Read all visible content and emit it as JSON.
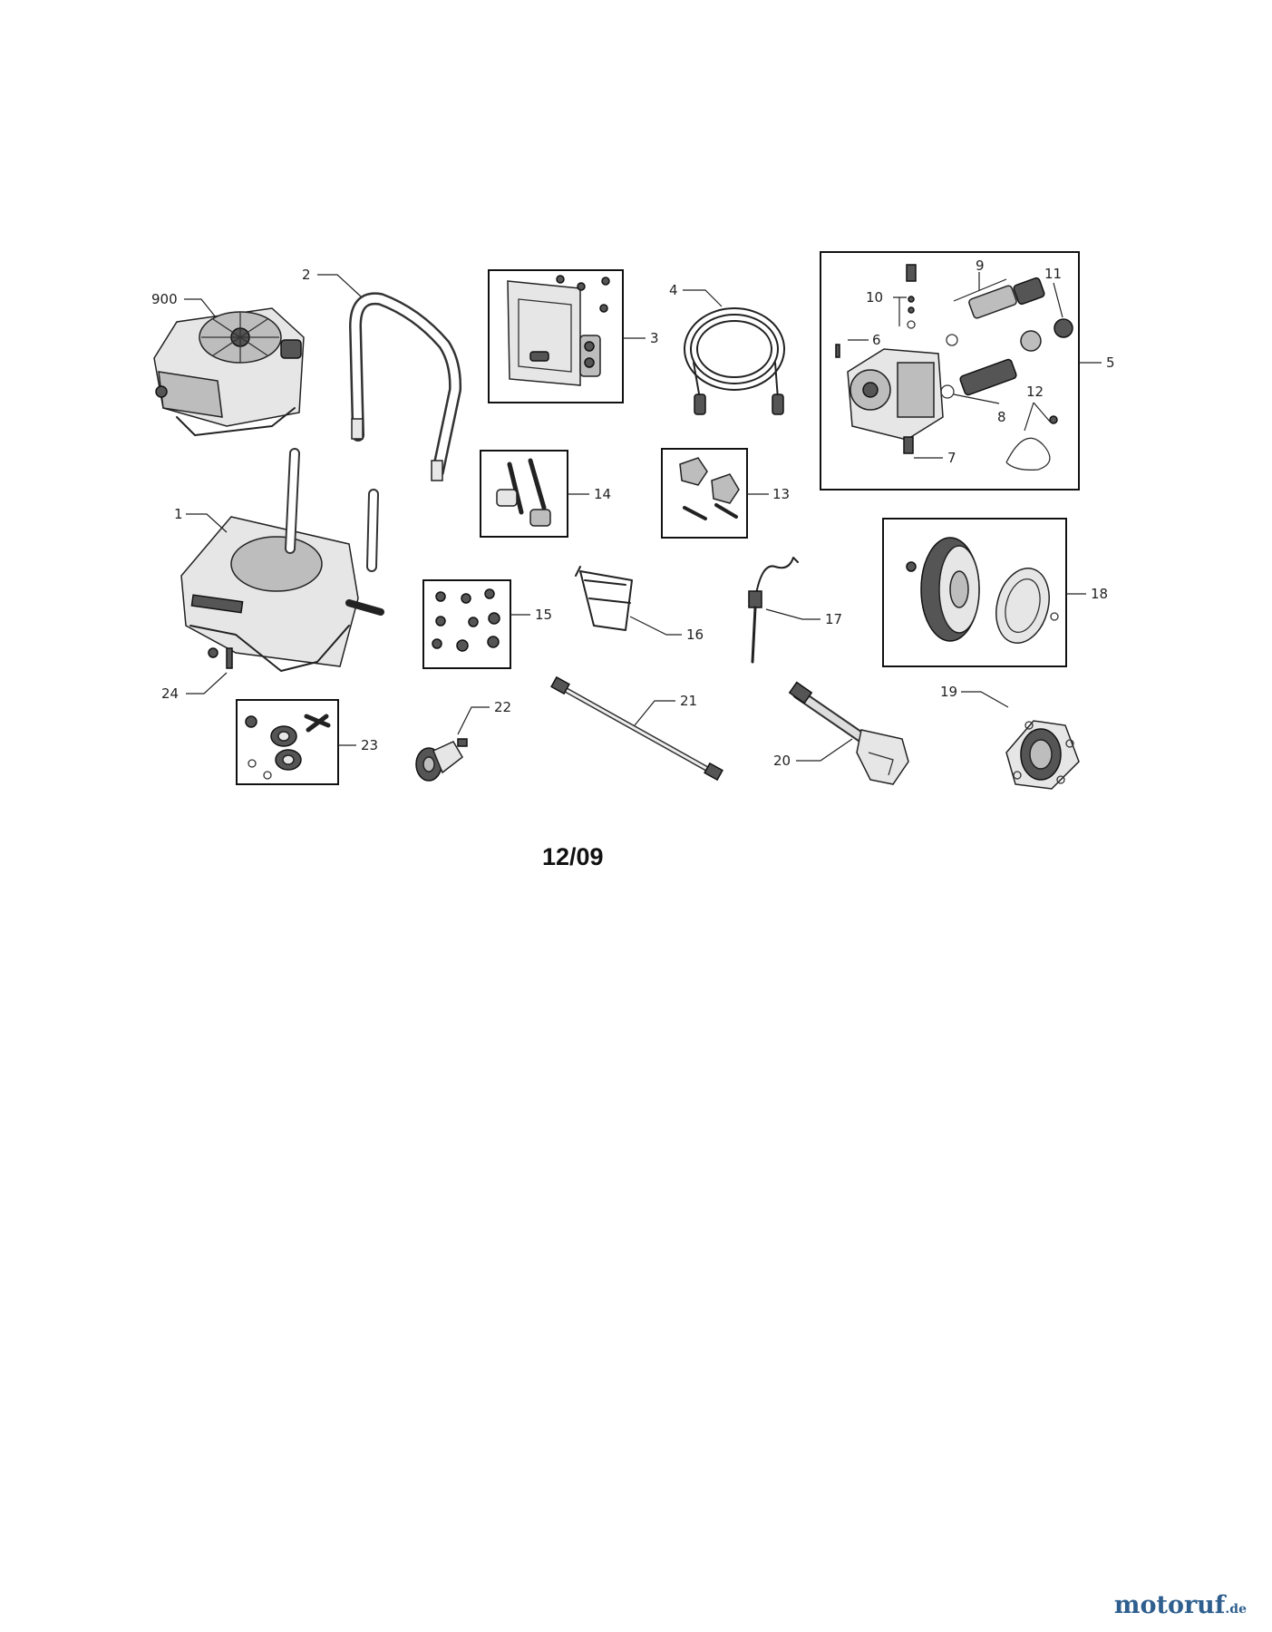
{
  "diagram": {
    "date_code": "12/09",
    "callouts": [
      "900",
      "2",
      "3",
      "4",
      "5",
      "6",
      "7",
      "8",
      "9",
      "10",
      "11",
      "12",
      "1",
      "13",
      "14",
      "15",
      "16",
      "17",
      "18",
      "19",
      "20",
      "21",
      "22",
      "23",
      "24"
    ]
  },
  "watermark": {
    "text": "motoruf",
    "tld": ".de"
  },
  "colors": {
    "line": "#222222",
    "background": "#ffffff",
    "watermark_blue": "#2f5f8f",
    "watermark_green": "#6aa84f"
  }
}
